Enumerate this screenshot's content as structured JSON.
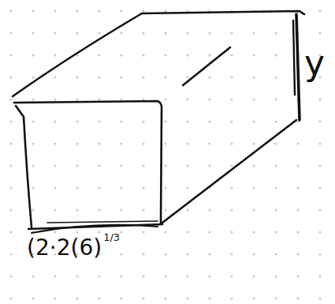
{
  "diagram": {
    "labels": [
      "y",
      "(2·2(6)",
      "1/3"
    ]
  }
}
